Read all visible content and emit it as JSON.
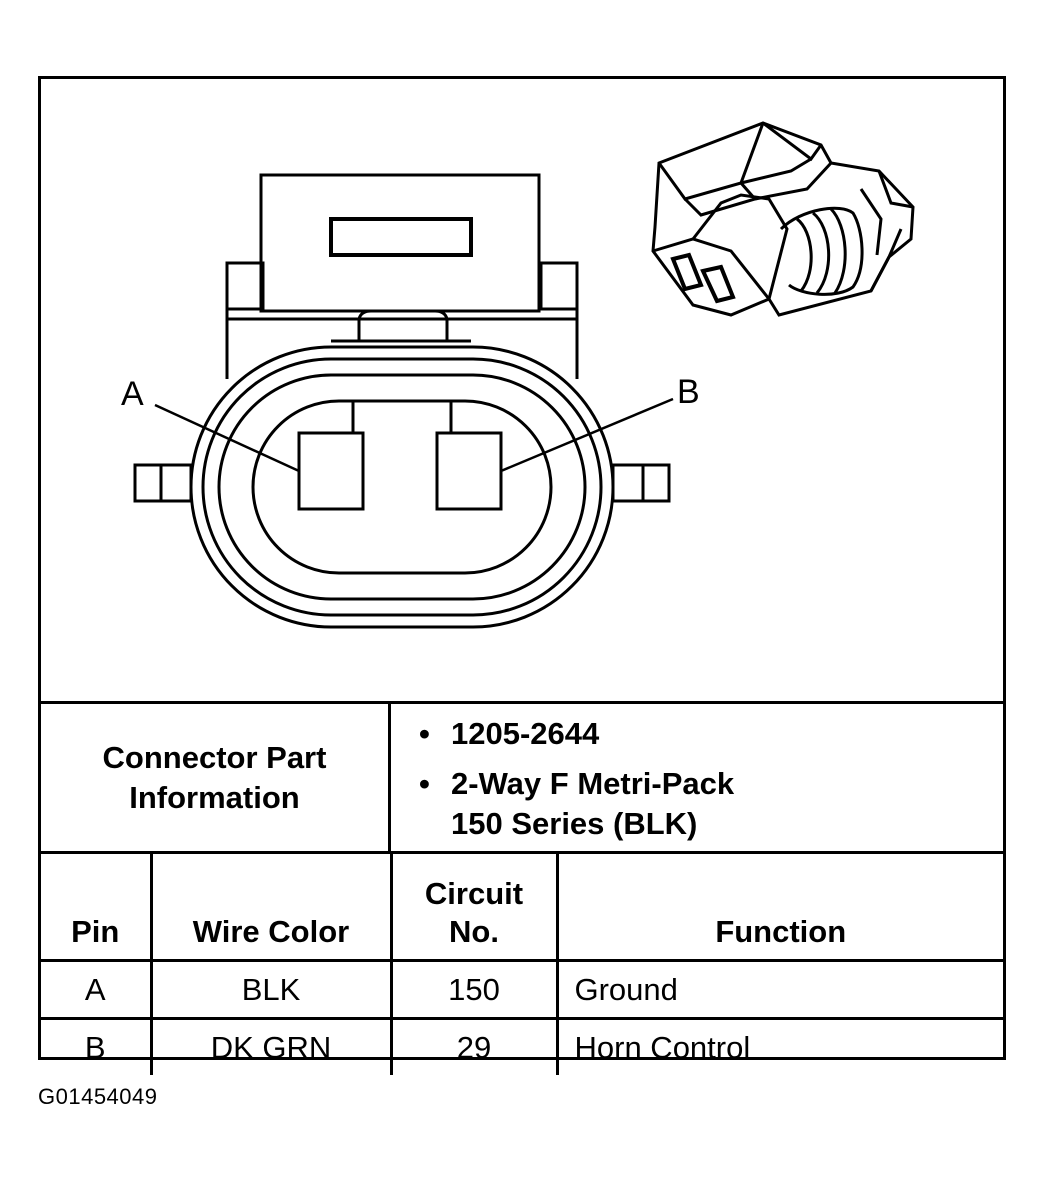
{
  "diagram": {
    "pin_labels": [
      "A",
      "B"
    ],
    "part_info_label": [
      "Connector Part",
      "Information"
    ],
    "part_info_items": [
      {
        "bullet": "•",
        "lines": [
          "1205-2644"
        ]
      },
      {
        "bullet": "•",
        "lines": [
          "2-Way F Metri-Pack",
          "150 Series (BLK)"
        ]
      }
    ],
    "table": {
      "headers": {
        "pin": "Pin",
        "wire_color": "Wire Color",
        "circuit_no_line1": "Circuit",
        "circuit_no_line2": "No.",
        "function": "Function"
      },
      "rows": [
        {
          "pin": "A",
          "wire_color": "BLK",
          "circuit_no": "150",
          "function": "Ground"
        },
        {
          "pin": "B",
          "wire_color": "DK GRN",
          "circuit_no": "29",
          "function": "Horn Control"
        }
      ]
    },
    "figure_id": "G01454049"
  }
}
